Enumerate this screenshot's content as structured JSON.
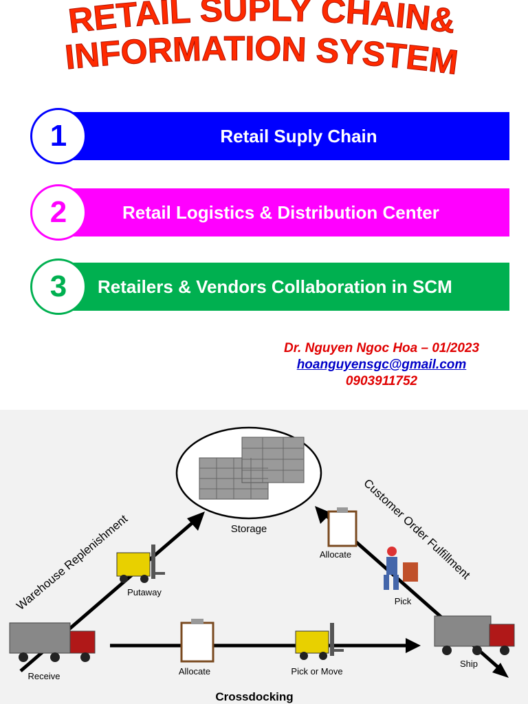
{
  "title": {
    "line1": "RETAIL SUPLY CHAIN&",
    "line2": "INFORMATION SYSTEM",
    "color": "#ff2a00"
  },
  "menu": [
    {
      "number": "1",
      "label": "Retail Suply Chain",
      "color": "#0000ff"
    },
    {
      "number": "2",
      "label": "Retail Logistics & Distribution Center",
      "color": "#ff00ff"
    },
    {
      "number": "3",
      "label": "Retailers & Vendors Collaboration in SCM",
      "color": "#00b050"
    }
  ],
  "author": {
    "name": "Dr. Nguyen Ngoc Hoa – 01/2023",
    "email": "hoanguyensgc@gmail.com",
    "phone": "0903911752"
  },
  "diagram": {
    "storage": "Storage",
    "warehouse_replenishment": "Warehouse Replenishment",
    "customer_order_fulfillment": "Customer Order Fulfillment",
    "putaway": "Putaway",
    "allocate_top": "Allocate",
    "pick": "Pick",
    "receive": "Receive",
    "ship": "Ship",
    "allocate_bottom": "Allocate",
    "pick_or_move": "Pick or Move",
    "crossdocking": "Crossdocking"
  }
}
